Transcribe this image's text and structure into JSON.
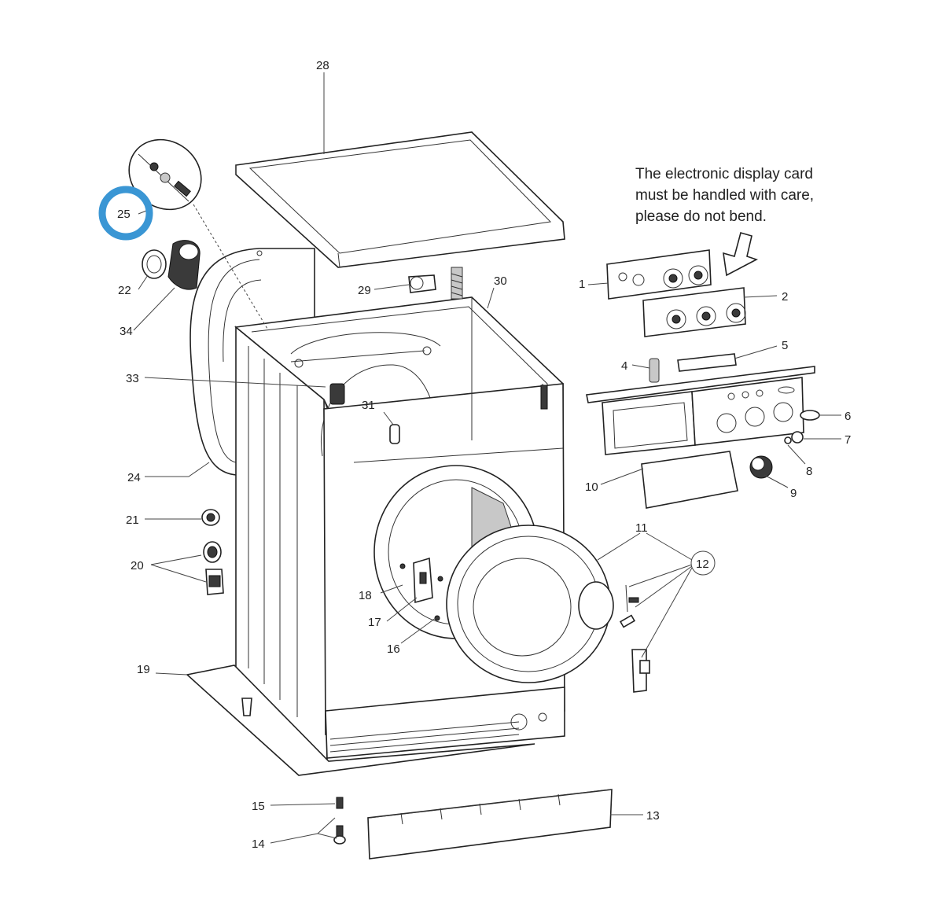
{
  "note": {
    "lines": [
      "The electronic display card",
      "must be handled with care,",
      "please do not bend."
    ]
  },
  "highlight": {
    "label": "25",
    "color": "#3a96d4"
  },
  "callouts": {
    "p1": "1",
    "p2": "2",
    "p4": "4",
    "p5": "5",
    "p6": "6",
    "p7": "7",
    "p8": "8",
    "p9": "9",
    "p10": "10",
    "p11": "11",
    "p12": "12",
    "p13": "13",
    "p14": "14",
    "p15": "15",
    "p16": "16",
    "p17": "17",
    "p18": "18",
    "p19": "19",
    "p20": "20",
    "p21": "21",
    "p22": "22",
    "p24": "24",
    "p28": "28",
    "p29": "29",
    "p30": "30",
    "p31": "31",
    "p33": "33",
    "p34": "34"
  }
}
